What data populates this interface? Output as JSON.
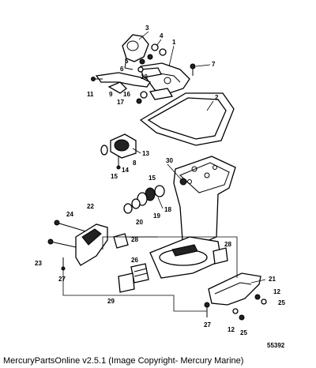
{
  "diagram": {
    "figure_number": "55392",
    "callouts": [
      "1",
      "2",
      "3",
      "4",
      "5",
      "6",
      "7",
      "8",
      "9",
      "10",
      "11",
      "12",
      "13",
      "14",
      "15",
      "16",
      "17",
      "18",
      "19",
      "20",
      "21",
      "22",
      "23",
      "24",
      "25",
      "26",
      "27",
      "28",
      "29",
      "30"
    ]
  },
  "footer": {
    "caption": "MercuryPartsOnline v2.5.1 (Image Copyright- Mercury Marine)"
  }
}
